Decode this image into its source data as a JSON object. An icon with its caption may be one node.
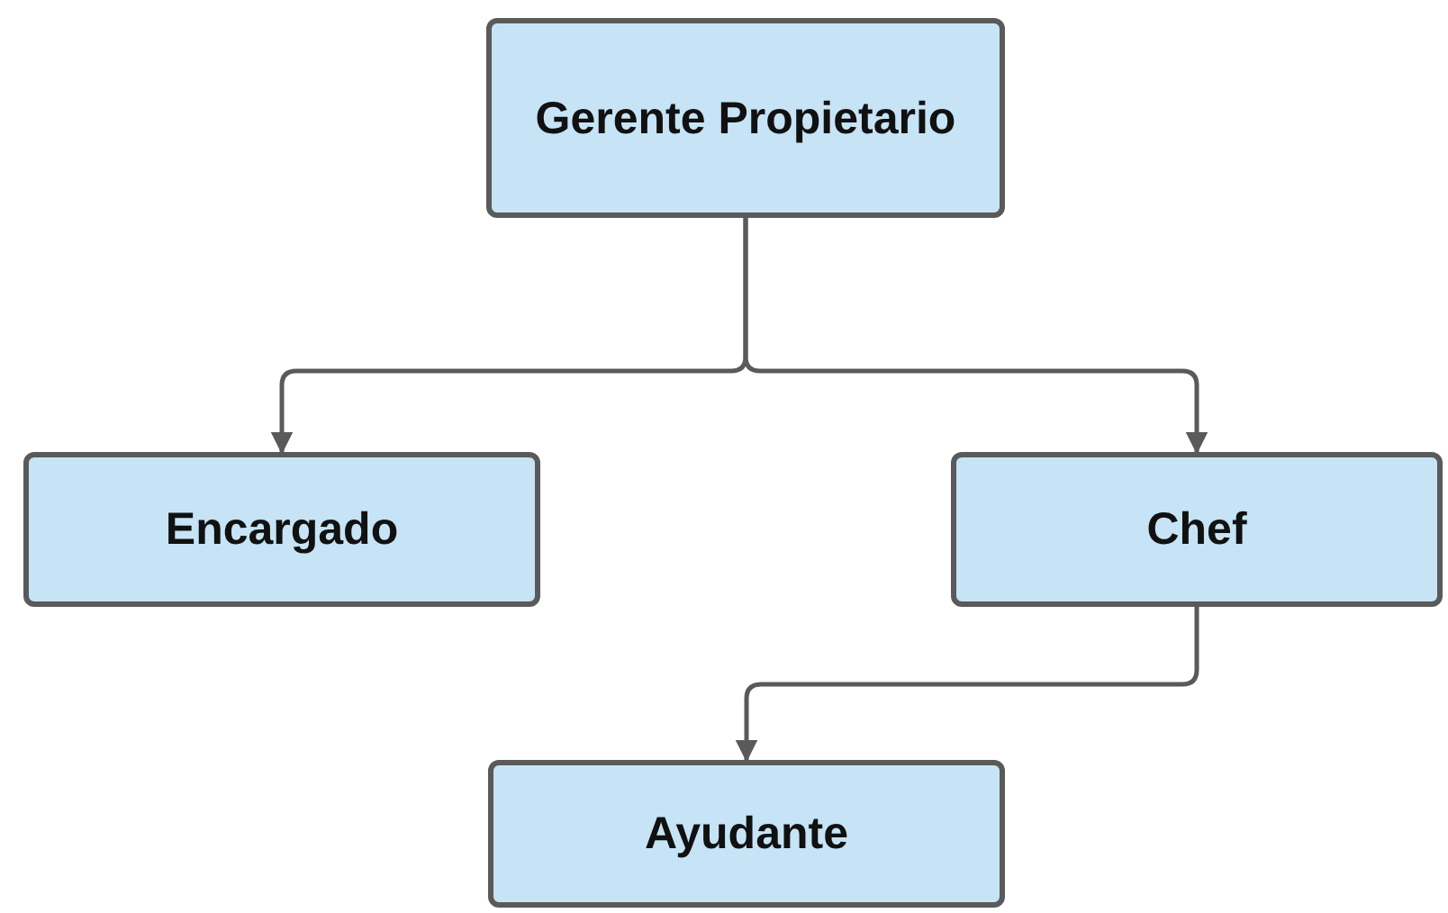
{
  "diagram": {
    "nodes": [
      {
        "text": [
          "Gerente Propietario"
        ]
      },
      {
        "text": [
          "Encargado"
        ]
      },
      {
        "text": [
          "Chef"
        ]
      },
      {
        "text": [
          "Ayudante"
        ]
      }
    ],
    "edges": [
      {
        "from": 0,
        "to": 1,
        "arrow": "to"
      },
      {
        "from": 0,
        "to": 2,
        "arrow": "to"
      },
      {
        "from": 2,
        "to": 3,
        "arrow": "to"
      }
    ]
  }
}
